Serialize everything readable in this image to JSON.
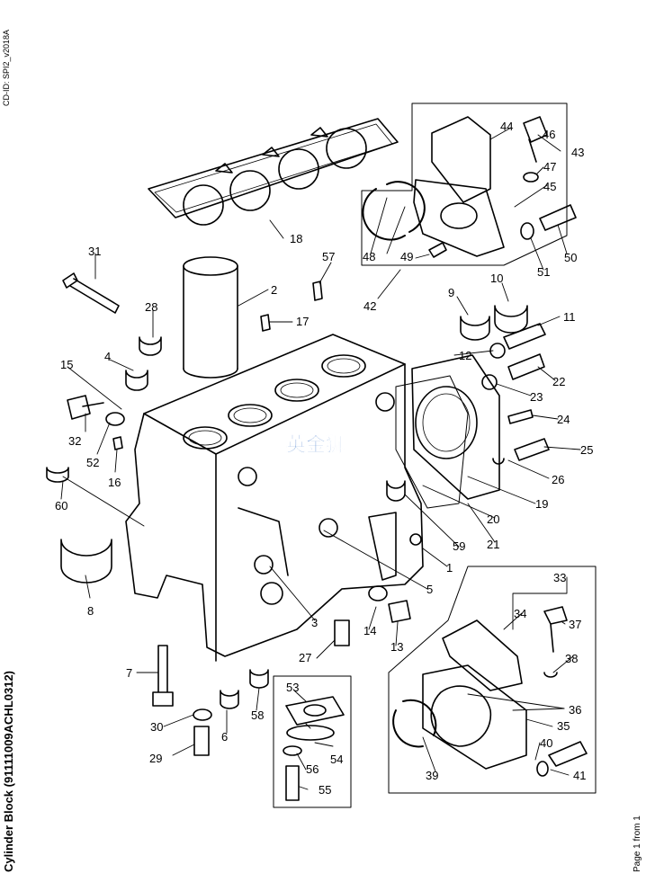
{
  "sheet": {
    "cd_id": "CD-ID: SPI2_v2018A",
    "title": "Cylinder Block (91111009ACHL0312)",
    "page": "Page 1 from 1",
    "watermark": "英金狮"
  },
  "callouts": [
    "1",
    "2",
    "3",
    "4",
    "5",
    "6",
    "7",
    "8",
    "9",
    "10",
    "11",
    "12",
    "13",
    "14",
    "15",
    "16",
    "17",
    "18",
    "19",
    "20",
    "21",
    "22",
    "23",
    "24",
    "25",
    "26",
    "27",
    "28",
    "29",
    "30",
    "31",
    "32",
    "33",
    "34",
    "35",
    "36",
    "37",
    "38",
    "39",
    "40",
    "41",
    "42",
    "43",
    "44",
    "45",
    "46",
    "47",
    "48",
    "49",
    "50",
    "51",
    "52",
    "53",
    "54",
    "55",
    "56",
    "57",
    "58",
    "59",
    "60"
  ],
  "colors": {
    "line": "#000000",
    "watermark": "#1f5fbf",
    "background": "#ffffff"
  }
}
